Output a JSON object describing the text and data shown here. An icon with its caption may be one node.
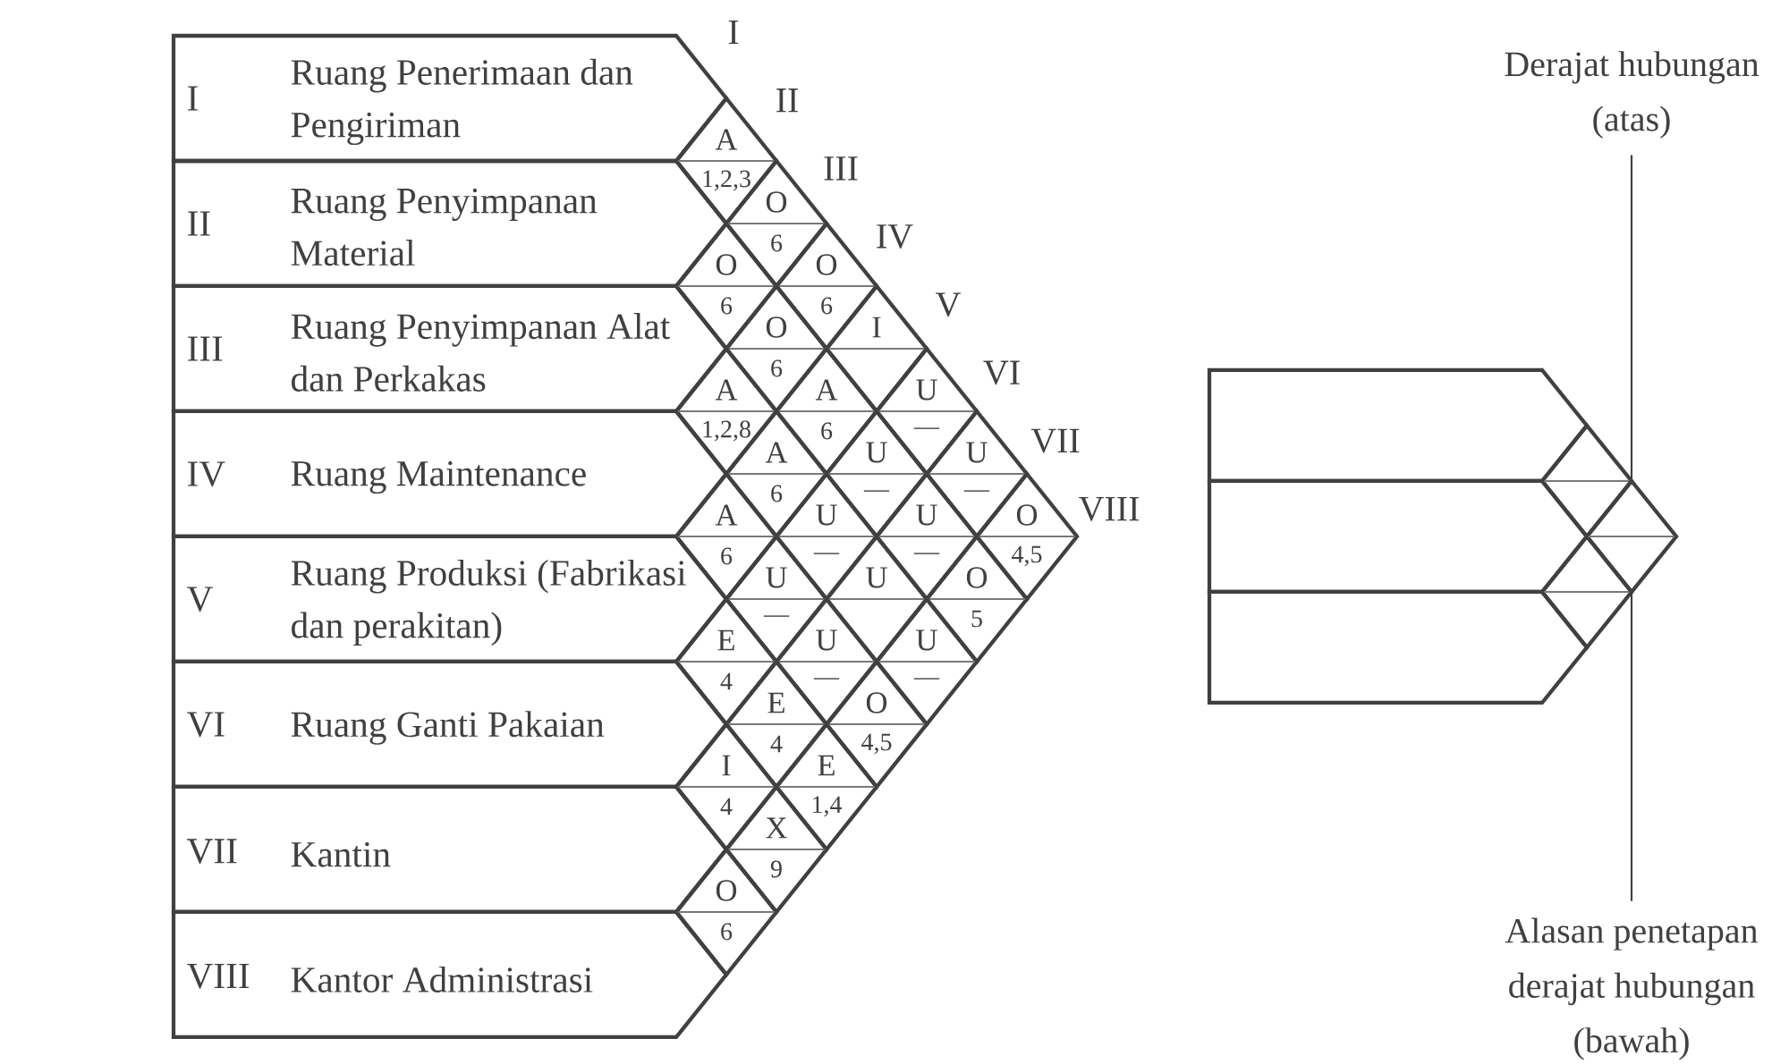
{
  "diagram": {
    "nodes": [
      {
        "text": [
          "I",
          "Ruang Penerimaan dan Pengiriman"
        ]
      },
      {
        "text": [
          "II",
          "Ruang Penyimpanan Material"
        ]
      },
      {
        "text": [
          "III",
          "Ruang Penyimpanan Alat dan Perkakas"
        ]
      },
      {
        "text": [
          "IV",
          "Ruang Maintenance"
        ]
      },
      {
        "text": [
          "V",
          "Ruang Produksi (Fabrikasi dan perakitan)"
        ]
      },
      {
        "text": [
          "VI",
          "Ruang Ganti Pakaian"
        ]
      },
      {
        "text": [
          "VII",
          "Kantin"
        ]
      },
      {
        "text": [
          "VIII",
          "Kantor Administrasi"
        ]
      },
      {
        "text": [
          "A",
          "1,2,3"
        ]
      },
      {
        "text": [
          "O",
          "6"
        ]
      },
      {
        "text": [
          "O",
          "6"
        ]
      },
      {
        "text": [
          "I"
        ]
      },
      {
        "text": [
          "U",
          "—"
        ]
      },
      {
        "text": [
          "U",
          "—"
        ]
      },
      {
        "text": [
          "O",
          "4,5"
        ]
      },
      {
        "text": [
          "O",
          "6"
        ]
      },
      {
        "text": [
          "O",
          "6"
        ]
      },
      {
        "text": [
          "A",
          "6"
        ]
      },
      {
        "text": [
          "U",
          "—"
        ]
      },
      {
        "text": [
          "U",
          "—"
        ]
      },
      {
        "text": [
          "O",
          "5"
        ]
      },
      {
        "text": [
          "A",
          "1,2,8"
        ]
      },
      {
        "text": [
          "A",
          "6"
        ]
      },
      {
        "text": [
          "U",
          "—"
        ]
      },
      {
        "text": [
          "U"
        ]
      },
      {
        "text": [
          "U",
          "—"
        ]
      },
      {
        "text": [
          "A",
          "6"
        ]
      },
      {
        "text": [
          "U",
          "—"
        ]
      },
      {
        "text": [
          "U",
          "—"
        ]
      },
      {
        "text": [
          "O",
          "4,5"
        ]
      },
      {
        "text": [
          "E",
          "4"
        ]
      },
      {
        "text": [
          "E",
          "4"
        ]
      },
      {
        "text": [
          "E",
          "1,4"
        ]
      },
      {
        "text": [
          "I",
          "4"
        ]
      },
      {
        "text": [
          "X",
          "9"
        ]
      },
      {
        "text": [
          "O",
          "6"
        ]
      },
      {
        "text": [],
        "shape": "box"
      },
      {
        "text": [],
        "shape": "box"
      },
      {
        "text": [],
        "shape": "box"
      },
      {
        "text": [],
        "shape": "diamond"
      },
      {
        "text": [],
        "shape": "diamond"
      },
      {
        "text": [],
        "shape": "diamond"
      },
      {
        "text": [
          "Derajat hubungan (atas)"
        ]
      },
      {
        "text": [
          "Alasan penetapan derajat hubungan (bawah)"
        ]
      }
    ],
    "edges": [
      {
        "from": 42,
        "to": 41,
        "arrow": "none"
      },
      {
        "from": 43,
        "to": 41,
        "arrow": "none"
      }
    ],
    "labels": [
      "I",
      "II",
      "III",
      "IV",
      "V",
      "VI",
      "VII",
      "VIII"
    ]
  }
}
